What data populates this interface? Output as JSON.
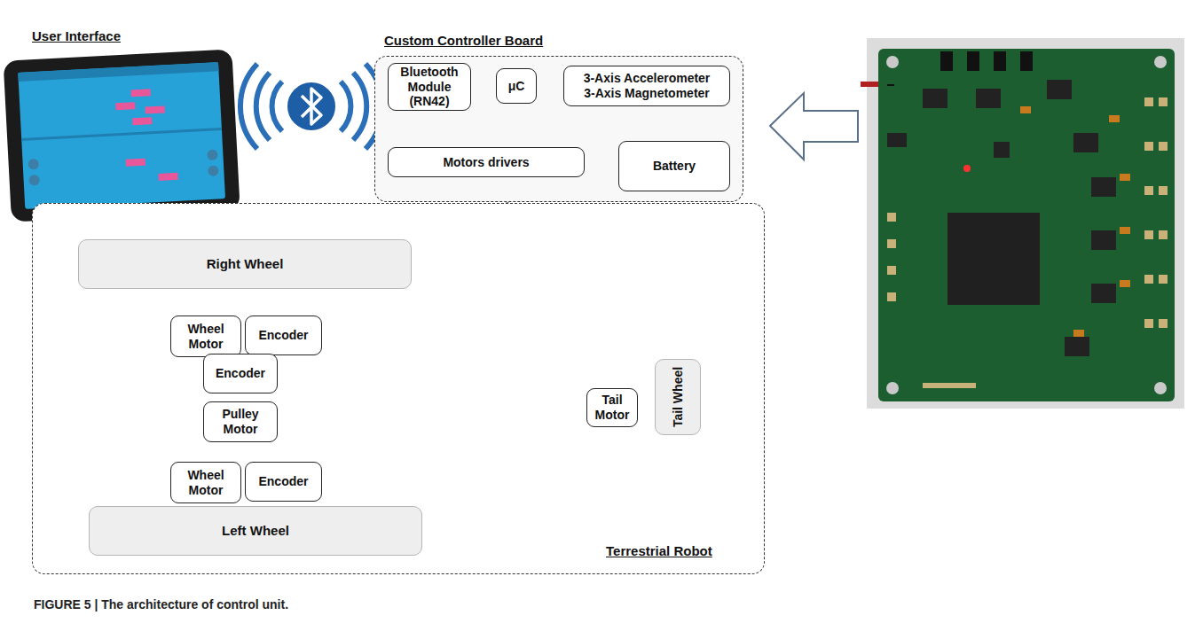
{
  "diagram": {
    "caption": "FIGURE 5 | The architecture of control unit.",
    "nodes": [
      {
        "text": [
          "Custom Controller Board"
        ]
      },
      {
        "text": [
          "Bluetooth Module (RN42)"
        ],
        "in": 0
      },
      {
        "text": [
          "μC"
        ],
        "in": 0
      },
      {
        "text": [
          "3-Axis Accelerometer",
          "3-Axis Magnetometer"
        ],
        "in": 0
      },
      {
        "text": [
          "Motors drivers"
        ],
        "in": 0
      },
      {
        "text": [
          "Battery"
        ],
        "in": 0
      },
      {
        "text": [
          "Terrestrial Robot"
        ]
      },
      {
        "text": [
          "Right Wheel"
        ],
        "in": 6
      },
      {
        "text": [
          "Wheel Motor"
        ],
        "in": 6
      },
      {
        "text": [
          "Encoder"
        ],
        "in": 6
      },
      {
        "text": [
          "Encoder"
        ],
        "in": 6
      },
      {
        "text": [
          "Pulley Motor"
        ],
        "in": 6
      },
      {
        "text": [
          "Tail Motor"
        ],
        "in": 6
      },
      {
        "text": [
          "Tail Wheel"
        ],
        "in": 6
      },
      {
        "text": [
          "Wheel Motor"
        ],
        "in": 6
      },
      {
        "text": [
          "Encoder"
        ],
        "in": 6
      },
      {
        "text": [
          "Left Wheel"
        ],
        "in": 6
      }
    ],
    "edges": [
      {
        "from": 1,
        "to": 2,
        "arrow": "none"
      },
      {
        "from": 2,
        "to": 3,
        "arrow": "none"
      },
      {
        "from": 2,
        "to": 4,
        "arrow": "none"
      },
      {
        "from": 4,
        "to": 9,
        "arrow": "none"
      },
      {
        "from": 4,
        "to": 10,
        "arrow": "none"
      },
      {
        "from": 4,
        "to": 12,
        "arrow": "none"
      },
      {
        "from": 4,
        "to": 15,
        "arrow": "none"
      }
    ],
    "labels": [
      "User Interface"
    ]
  }
}
